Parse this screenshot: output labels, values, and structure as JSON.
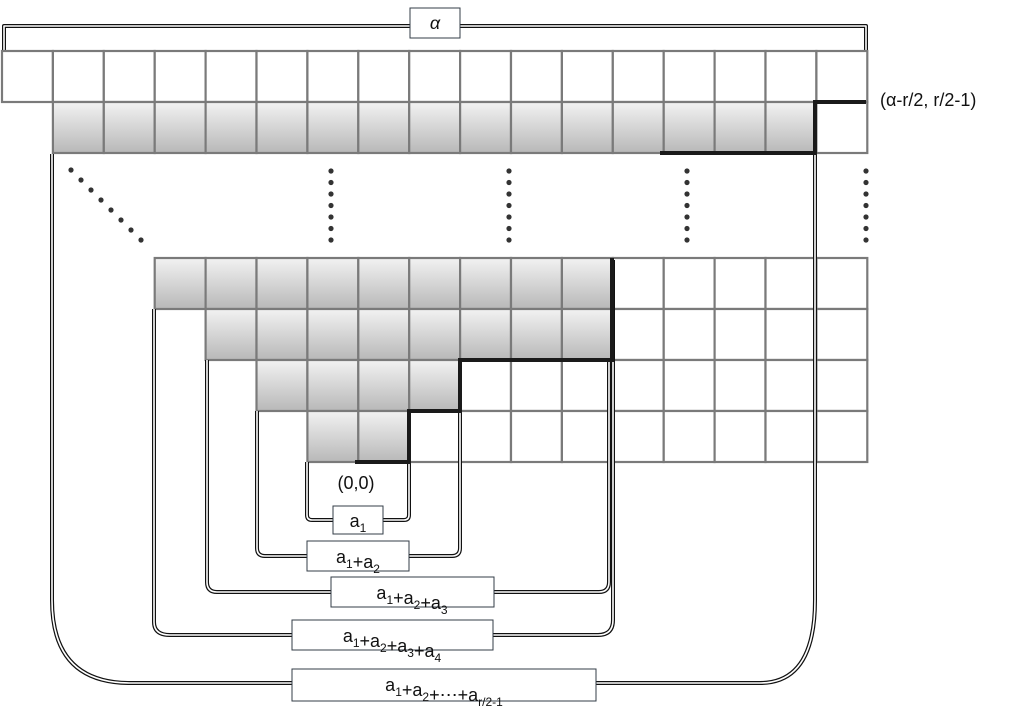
{
  "labels": {
    "alpha": "α",
    "corner": "(α-r/2, r/2-1)",
    "origin": "(0,0)"
  },
  "sums": [
    {
      "id": "a1",
      "parts": [
        [
          "a",
          "1"
        ]
      ]
    },
    {
      "id": "a1_a2",
      "parts": [
        [
          "a",
          "1"
        ],
        [
          "+a",
          "2"
        ]
      ]
    },
    {
      "id": "a1_a3",
      "parts": [
        [
          "a",
          "1"
        ],
        [
          "+a",
          "2"
        ],
        [
          "+a",
          "3"
        ]
      ]
    },
    {
      "id": "a1_a4",
      "parts": [
        [
          "a",
          "1"
        ],
        [
          "+a",
          "2"
        ],
        [
          "+a",
          "3"
        ],
        [
          "+a",
          "4"
        ]
      ]
    },
    {
      "id": "a1_ar",
      "parts": [
        [
          "a",
          "1"
        ],
        [
          "+a",
          "2"
        ],
        [
          "+⋯+a",
          "r/2-1"
        ]
      ]
    }
  ],
  "colors": {
    "cell_border": "#7a7a7a",
    "cell_gray_light": "#f2f2f2",
    "cell_gray_dark": "#b8b8b8",
    "path": "#1a1a1a",
    "label_border": "#333c47"
  }
}
